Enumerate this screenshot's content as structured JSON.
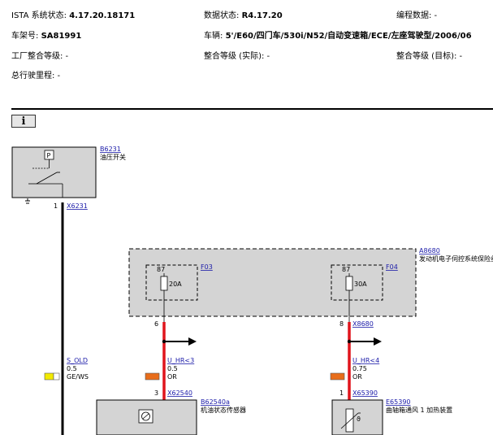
{
  "header": {
    "ista_label": "ISTA 系统状态:",
    "ista_value": "4.17.20.18171",
    "data_label": "数据状态:",
    "data_value": "R4.17.20",
    "programming_label": "编程数据: -",
    "vin_label": "车架号:",
    "vin_value": "SA81991",
    "vehicle_label": "车辆:",
    "vehicle_value": "5'/E60/四门车/530i/N52/自动变速箱/ECE/左座驾驶型/2006/06",
    "factory_level": "工厂整合等级: -",
    "actual_level": "整合等级 (实际): -",
    "target_level": "整合等级 (目标): -",
    "mileage": "总行驶里程: -"
  },
  "info_button": "i",
  "schematic": {
    "b6231": {
      "id": "B6231",
      "name": "油压开关",
      "switch_symbol": "P",
      "pin": "1",
      "connector": "X6231"
    },
    "wire_left": {
      "signal": "S_OLD",
      "gauge": "0.5",
      "color": "GE/WS",
      "swatch": "#f2ea00"
    },
    "a8680": {
      "id": "A8680",
      "name": "发动机电子伺控系统保险丝"
    },
    "f03": {
      "id": "F03",
      "top_pin": "87",
      "rating": "20A",
      "pin": "6"
    },
    "f04": {
      "id": "F04",
      "top_pin": "87",
      "rating": "30A",
      "pin": "8",
      "connector": "X8680"
    },
    "wire_mid": {
      "signal": "U_HR<3",
      "gauge": "0.5",
      "color": "OR",
      "swatch": "#e86d1a"
    },
    "wire_right": {
      "signal": "U_HR<4",
      "gauge": "0.75",
      "color": "OR",
      "swatch": "#e86d1a"
    },
    "b62540a": {
      "id": "B62540a",
      "name": "机油状态传感器",
      "pin": "3",
      "connector": "X62540"
    },
    "e65390": {
      "id": "E65390",
      "name": "曲轴箱通风 1 加热装置",
      "pin": "1",
      "connector": "X65390"
    },
    "colors": {
      "wire_red": "#e0141c",
      "wire_black": "#000000",
      "box_grey": "#d4d4d4",
      "link": "#1a1aa8"
    }
  }
}
